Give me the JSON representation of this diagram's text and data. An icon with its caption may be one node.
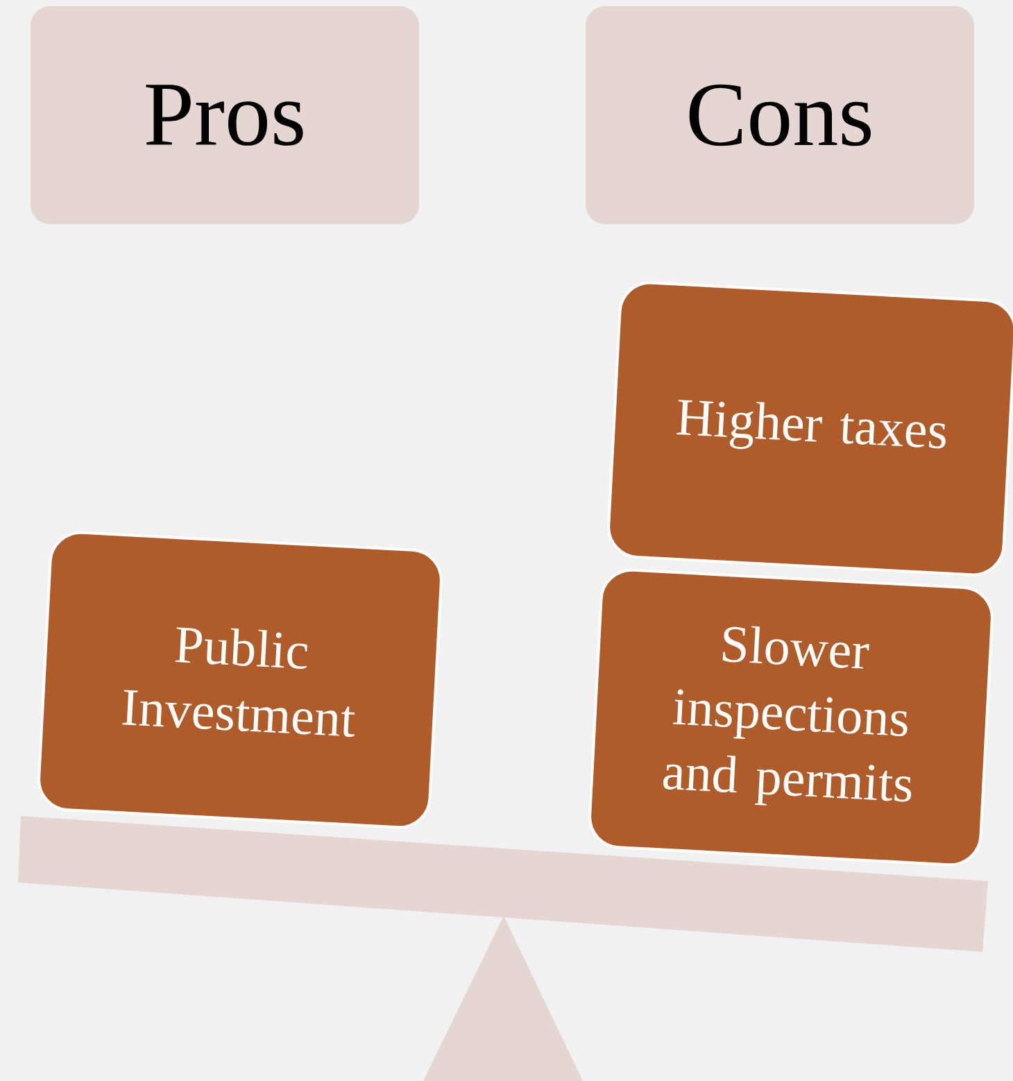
{
  "diagram": {
    "nodes": [
      {
        "text": [
          "Pros"
        ]
      },
      {
        "text": [
          "Cons"
        ]
      },
      {
        "text": [
          "Higher taxes"
        ]
      },
      {
        "text": [
          "Public Investment"
        ]
      },
      {
        "text": [
          "Slower inspections and permits"
        ]
      }
    ]
  }
}
